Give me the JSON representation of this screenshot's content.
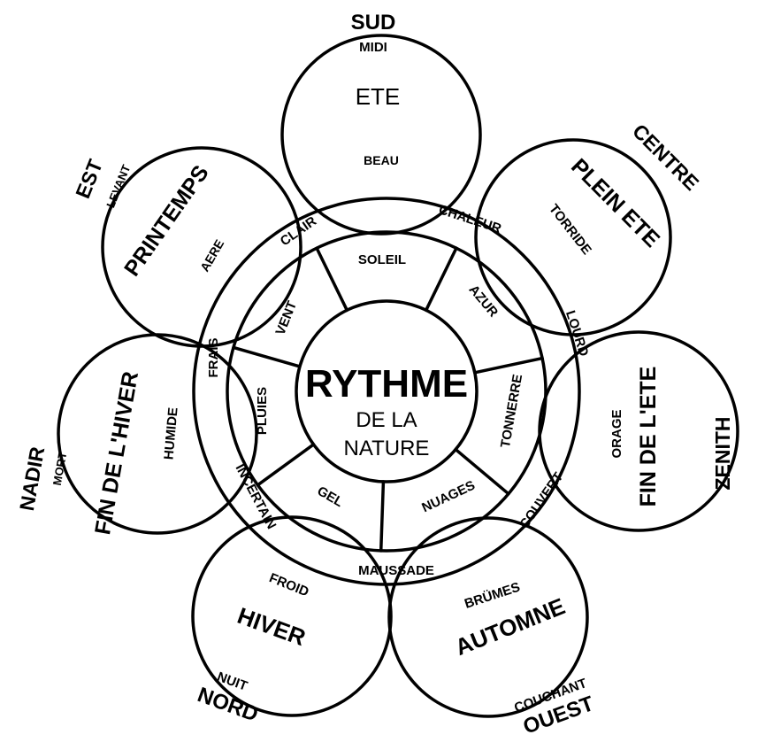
{
  "center": {
    "title": "RYTHME",
    "line2": "DE LA",
    "line3": "NATURE"
  },
  "inner_ring": [
    "SOLEIL",
    "AZUR",
    "TONNERRE",
    "NUAGES",
    "GEL",
    "PLUIES",
    "VENT"
  ],
  "outer_ring": [
    "CLAIR",
    "CHALEUR",
    "LOURD",
    "COUVERT",
    "MAUSSADE",
    "INCERTAIN",
    "FRAIS"
  ],
  "petals": [
    {
      "season": "ETE",
      "word": "BEAU"
    },
    {
      "season": "PLEIN ETE",
      "word": "TORRIDE"
    },
    {
      "season": "FIN DE L'ETE",
      "word": "ORAGE"
    },
    {
      "season": "AUTOMNE",
      "word": "BRÜMES"
    },
    {
      "season": "HIVER",
      "word": "FROID"
    },
    {
      "season": "FIN DE L'HIVER",
      "word": "HUMIDE"
    },
    {
      "season": "PRINTEMPS",
      "word": "AERE"
    }
  ],
  "directions": {
    "sud": "SUD",
    "midi": "MIDI",
    "centre": "CENTRE",
    "zenith": "ZENITH",
    "ouest": "OUEST",
    "couchant": "COUCHANT",
    "nord": "NORD",
    "nuit": "NUIT",
    "nadir": "NADIR",
    "mort": "MORT",
    "est": "EST",
    "levant": "LEVANT"
  },
  "colors": {
    "ink": "#000000",
    "paper": "#ffffff"
  }
}
